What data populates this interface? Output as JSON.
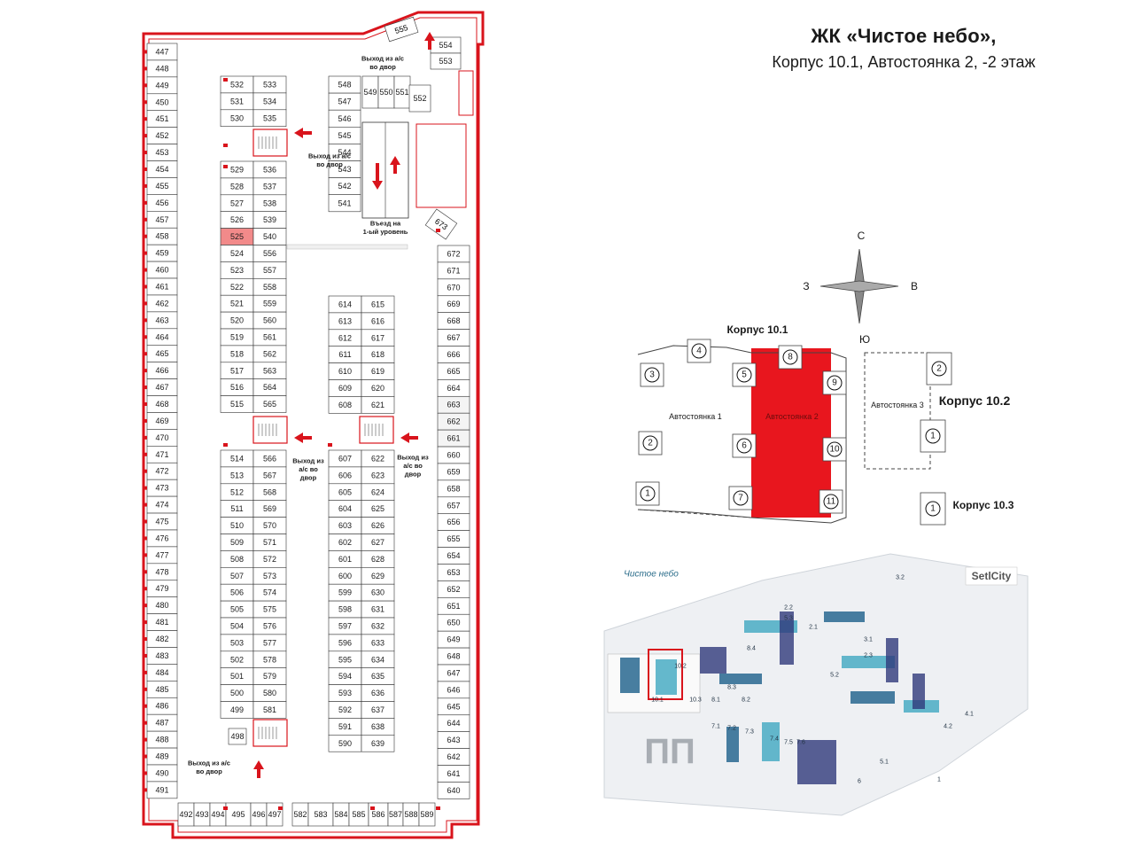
{
  "title": {
    "line1": "ЖК «Чистое небо»,",
    "line2": "Корпус 10.1, Автостоянка 2, -2 этаж"
  },
  "colors": {
    "wall": "#d9141c",
    "highlight": "#f28a8a",
    "key_fill": "#e8161e",
    "grid_line": "#333333"
  },
  "plan": {
    "left_column": [
      "447",
      "448",
      "449",
      "450",
      "451",
      "452",
      "453",
      "454",
      "455",
      "456",
      "457",
      "458",
      "459",
      "460",
      "461",
      "462",
      "463",
      "464",
      "465",
      "466",
      "467",
      "468",
      "469",
      "470",
      "471",
      "472",
      "473",
      "474",
      "475",
      "476",
      "477",
      "478",
      "479",
      "480",
      "481",
      "482",
      "483",
      "484",
      "485",
      "486",
      "487",
      "488",
      "489",
      "490",
      "491"
    ],
    "right_column": [
      "672",
      "671",
      "670",
      "669",
      "668",
      "667",
      "666",
      "665",
      "664",
      "663",
      "662",
      "661",
      "660",
      "659",
      "658",
      "657",
      "656",
      "655",
      "654",
      "653",
      "652",
      "651",
      "650",
      "649",
      "648",
      "647",
      "646",
      "645",
      "644",
      "643",
      "642",
      "641",
      "640"
    ],
    "bottom_row": [
      "492",
      "493",
      "494",
      "495",
      "496",
      "497",
      "582",
      "583",
      "584",
      "585",
      "586",
      "587",
      "588",
      "589"
    ],
    "block_a": [
      [
        "532",
        "533"
      ],
      [
        "531",
        "534"
      ],
      [
        "530",
        "535"
      ]
    ],
    "block_b": [
      [
        "529",
        "536"
      ],
      [
        "528",
        "537"
      ],
      [
        "527",
        "538"
      ],
      [
        "526",
        "539"
      ],
      [
        "525",
        "540"
      ],
      [
        "524",
        "556"
      ],
      [
        "523",
        "557"
      ],
      [
        "522",
        "558"
      ],
      [
        "521",
        "559"
      ],
      [
        "520",
        "560"
      ],
      [
        "519",
        "561"
      ],
      [
        "518",
        "562"
      ],
      [
        "517",
        "563"
      ],
      [
        "516",
        "564"
      ],
      [
        "515",
        "565"
      ]
    ],
    "block_c": [
      [
        "514",
        "566"
      ],
      [
        "513",
        "567"
      ],
      [
        "512",
        "568"
      ],
      [
        "511",
        "569"
      ],
      [
        "510",
        "570"
      ],
      [
        "509",
        "571"
      ],
      [
        "508",
        "572"
      ],
      [
        "507",
        "573"
      ],
      [
        "506",
        "574"
      ],
      [
        "505",
        "575"
      ],
      [
        "504",
        "576"
      ],
      [
        "503",
        "577"
      ],
      [
        "502",
        "578"
      ],
      [
        "501",
        "579"
      ],
      [
        "500",
        "580"
      ],
      [
        "499",
        "581"
      ]
    ],
    "block_d": [
      [
        "614",
        "615"
      ],
      [
        "613",
        "616"
      ],
      [
        "612",
        "617"
      ],
      [
        "611",
        "618"
      ],
      [
        "610",
        "619"
      ],
      [
        "609",
        "620"
      ],
      [
        "608",
        "621"
      ]
    ],
    "block_e": [
      [
        "607",
        "622"
      ],
      [
        "606",
        "623"
      ],
      [
        "605",
        "624"
      ],
      [
        "604",
        "625"
      ],
      [
        "603",
        "626"
      ],
      [
        "602",
        "627"
      ],
      [
        "601",
        "628"
      ],
      [
        "600",
        "629"
      ],
      [
        "599",
        "630"
      ],
      [
        "598",
        "631"
      ],
      [
        "597",
        "632"
      ],
      [
        "596",
        "633"
      ],
      [
        "595",
        "634"
      ],
      [
        "594",
        "635"
      ],
      [
        "593",
        "636"
      ],
      [
        "592",
        "637"
      ],
      [
        "591",
        "638"
      ],
      [
        "590",
        "639"
      ]
    ],
    "top_column": [
      "548",
      "547",
      "546",
      "545",
      "544",
      "543",
      "542",
      "541"
    ],
    "top_row": [
      "549",
      "550",
      "551"
    ],
    "top_misc": {
      "s552": "552",
      "s553": "553",
      "s554": "554",
      "s555": "555",
      "s673": "673",
      "s498": "498"
    },
    "highlighted_spot": "525",
    "labels": {
      "exit_top": "Выход из а/с во двор",
      "exit_left_upper": "Выход из а/с во двор",
      "exit_mid_left": "Выход из а/с во двор",
      "exit_mid_right": "Выход из а/с во двор",
      "exit_bottom": "Выход из а/с во двор",
      "entry_ramp": "Въезд на 1-ый уровень"
    }
  },
  "compass": {
    "n": "С",
    "s": "Ю",
    "w": "З",
    "e": "В"
  },
  "key_map": {
    "korpus_101": "Корпус 10.1",
    "korpus_102": "Корпус 10.2",
    "korpus_103": "Корпус 10.3",
    "parking1": "Автостоянка 1",
    "parking2": "Автостоянка 2",
    "parking3": "Автостоянка 3",
    "sections_101": [
      "1",
      "2",
      "3",
      "4",
      "5",
      "6",
      "7",
      "8",
      "9",
      "10",
      "11"
    ],
    "sections_102": [
      "2",
      "1"
    ],
    "sections_103": [
      "1"
    ]
  },
  "masterplan": {
    "logo_text": "Чистое небо",
    "brand": "SetlCity",
    "building_labels": [
      "10.1",
      "10.2",
      "10.3",
      "8.1",
      "8.2",
      "8.3",
      "8.4",
      "7.1",
      "7.2",
      "7.3",
      "7.4",
      "7.5",
      "7.6",
      "6",
      "5.1",
      "5.2",
      "5.3",
      "3.1",
      "3.2",
      "2.1",
      "2.2",
      "2.3",
      "4.1",
      "4.2",
      "1"
    ],
    "big_letters": "ПП"
  }
}
